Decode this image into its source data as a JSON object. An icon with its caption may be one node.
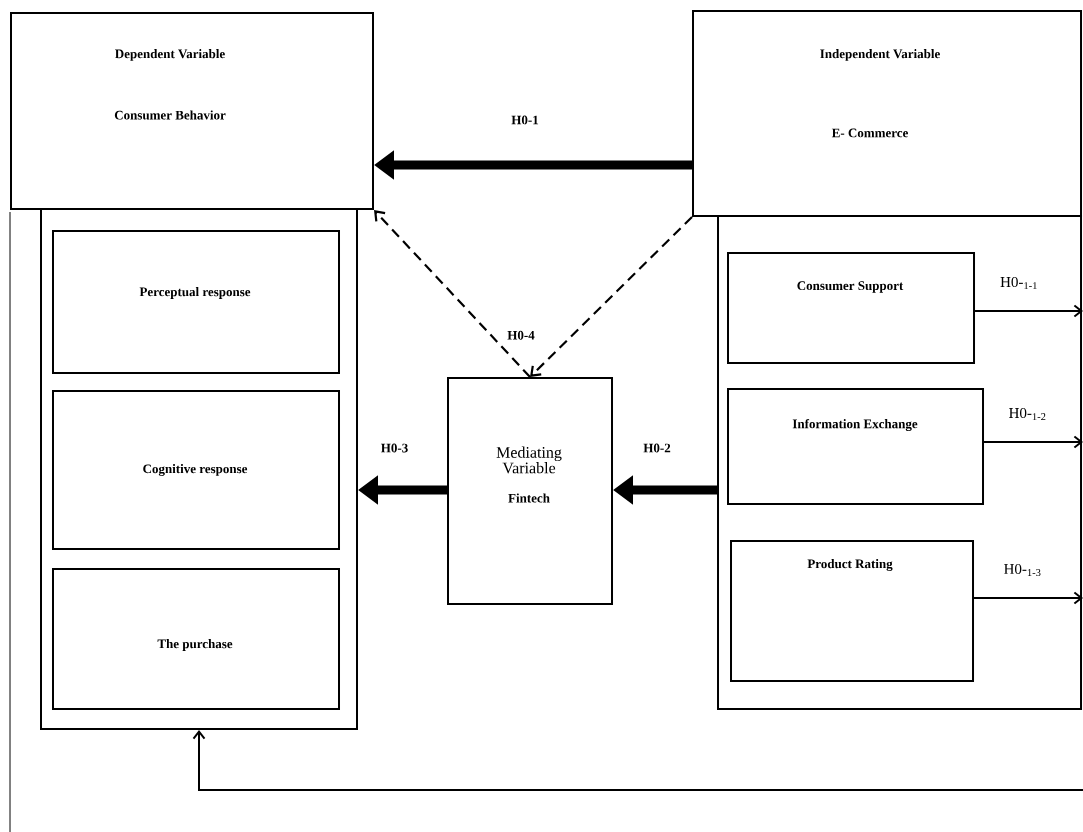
{
  "diagram": {
    "nodes": [
      {
        "text": [
          "Dependent Variable",
          "Consumer Behavior"
        ]
      },
      {
        "text": [],
        "shape": "box"
      },
      {
        "text": [
          "Perceptual response"
        ],
        "in": 1
      },
      {
        "text": [
          "Cognitive response"
        ],
        "in": 1
      },
      {
        "text": [
          "The purchase"
        ],
        "in": 1
      },
      {
        "text": [
          "Mediating Variable",
          "Fintech"
        ]
      },
      {
        "text": [
          "Independent Variable",
          "E- Commerce"
        ]
      },
      {
        "text": [],
        "shape": "box"
      },
      {
        "text": [
          "Consumer  Support"
        ],
        "in": 7
      },
      {
        "text": [
          "Information Exchange"
        ],
        "in": 7
      },
      {
        "text": [
          "Product Rating"
        ],
        "in": 7
      }
    ],
    "edges": [
      {
        "from": 6,
        "to": 0,
        "arrow": "to",
        "style": "thick",
        "label": "H0-1"
      },
      {
        "from": 6,
        "to": 5,
        "arrow": "to",
        "style": "dashed"
      },
      {
        "from": 5,
        "to": 0,
        "arrow": "to",
        "style": "dashed",
        "label": "H0-4"
      },
      {
        "from": 7,
        "to": 5,
        "arrow": "to",
        "style": "thick",
        "label": "H0-2"
      },
      {
        "from": 5,
        "to": 1,
        "arrow": "to",
        "style": "thick",
        "label": "H0-3"
      },
      {
        "from": 8,
        "to": null,
        "arrow": "to",
        "label": "H0-$_{1-1}$"
      },
      {
        "from": 9,
        "to": null,
        "arrow": "to",
        "label": "H0-$_{1-2}$"
      },
      {
        "from": 10,
        "to": null,
        "arrow": "to",
        "label": "H0-$_{1-3}$"
      },
      {
        "from": null,
        "to": 1,
        "arrow": "to"
      }
    ]
  }
}
